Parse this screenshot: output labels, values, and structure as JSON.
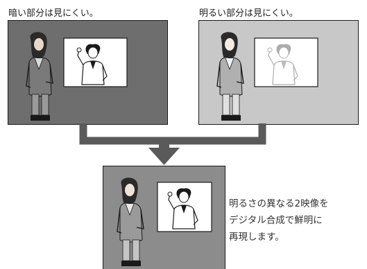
{
  "labels": {
    "dark_image": "暗い部分は見にくい。",
    "bright_image": "明るい部分は見にくい。"
  },
  "description": {
    "line1": "明るさの異なる2映像を",
    "line2": "デジタル合成で鮮明に",
    "line3": "再現します。"
  },
  "colors": {
    "dark_panel_bg": "#6e6e6e",
    "bright_panel_bg": "#c8c8c8",
    "composite_panel_bg": "#8c8c8c",
    "arrow": "#5a5a5a",
    "photo_bg": "#ffffff"
  },
  "icons": {
    "woman": "woman-figure-illustration",
    "man": "man-pointing-illustration"
  }
}
